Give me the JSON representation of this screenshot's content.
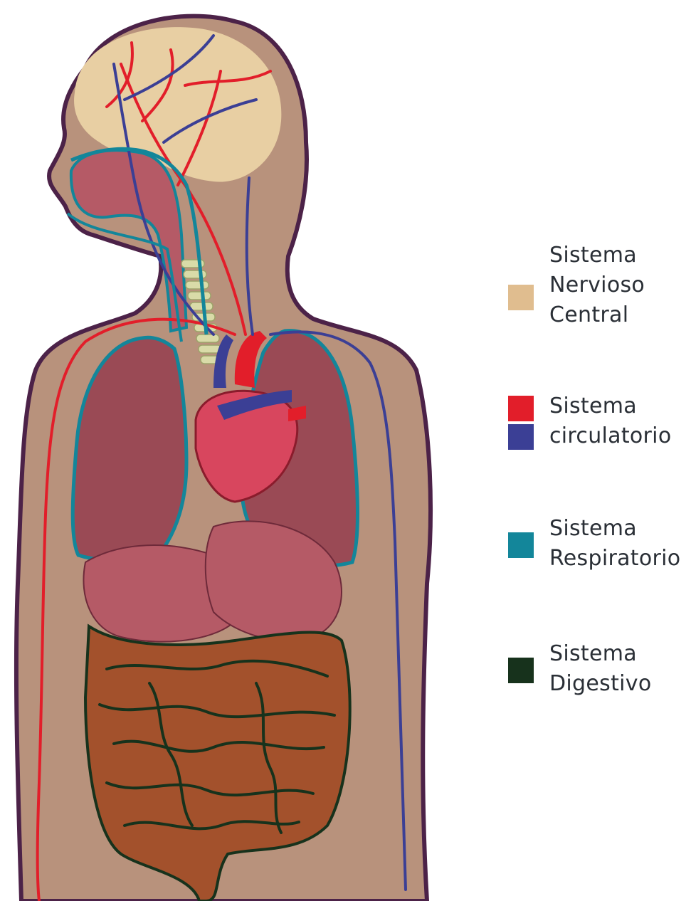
{
  "legend": {
    "nervioso": {
      "lines": [
        "Sistema",
        "Nervioso",
        "Central"
      ],
      "colors": [
        "#e0bd8f"
      ]
    },
    "circulatorio": {
      "lines": [
        "Sistema",
        "circulatorio"
      ],
      "colors": [
        "#e21e2a",
        "#3b3f95"
      ]
    },
    "respiratorio": {
      "lines": [
        "Sistema",
        "Respiratorio"
      ],
      "colors": [
        "#13869a"
      ]
    },
    "digestivo": {
      "lines": [
        "Sistema",
        "Digestivo"
      ],
      "colors": [
        "#17321c"
      ]
    }
  },
  "illustration": {
    "skin_color": "#b8927c",
    "outline_color": "#4c2248",
    "brain_color": "#e8cfa3",
    "organ_color": "#b55a66",
    "lung_color": "#9a4a55",
    "intestine_color": "#a3512c",
    "artery_color": "#e21e2a",
    "vein_color": "#3b3f95",
    "airway_color": "#13869a",
    "trachea_color": "#d9dba8",
    "digestive_outline": "#17321c"
  }
}
